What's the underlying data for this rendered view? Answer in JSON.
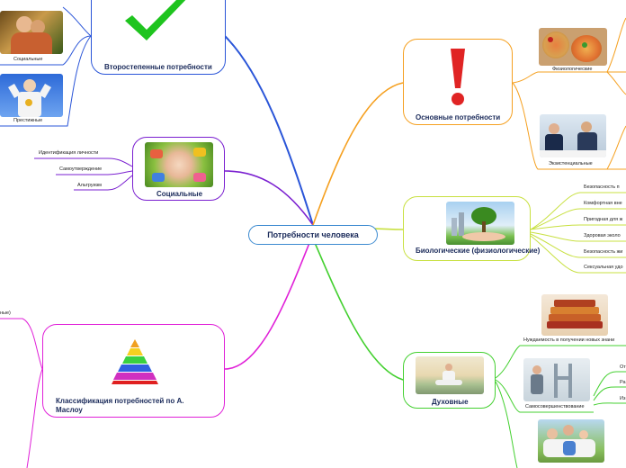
{
  "center": {
    "title": "Потребности человека"
  },
  "branches": {
    "secondary": {
      "title": "Второстепенные потребности",
      "leaves": [
        "Социальные",
        "Престижные"
      ]
    },
    "social": {
      "title": "Социальные",
      "leaves": [
        "Идентификация личности",
        "Самоутверждение",
        "Альтруизм"
      ]
    },
    "maslow": {
      "title": "Классификация потребностей по А. Маслоу",
      "leaves": [
        "ные)"
      ]
    },
    "basic": {
      "title": "Основные потребности",
      "leaves": [
        "Физиологические",
        "Экзистенциальные"
      ]
    },
    "bio": {
      "title": "Биологические (физиологические)",
      "leaves": [
        "Безопасность п",
        "Комфортная вне",
        "Пригодная для ж",
        "Здоровая эколо",
        "Безопасность жи",
        "Сексуальная удо"
      ]
    },
    "spiritual": {
      "title": "Духовные",
      "leaves": [
        "Нуждаемость в получении новых знани",
        "Самосовершенствование",
        "От",
        "Ра",
        "Из"
      ]
    }
  },
  "colors": {
    "blue": "#2a55d8",
    "purple": "#7a1fd0",
    "magenta": "#e020d8",
    "orange": "#f5a020",
    "yellowgreen": "#c8e040",
    "green": "#44d030",
    "center": "#3b8ad0"
  },
  "icons": [
    "check-icon",
    "exclamation-icon",
    "pyramid-icon"
  ]
}
